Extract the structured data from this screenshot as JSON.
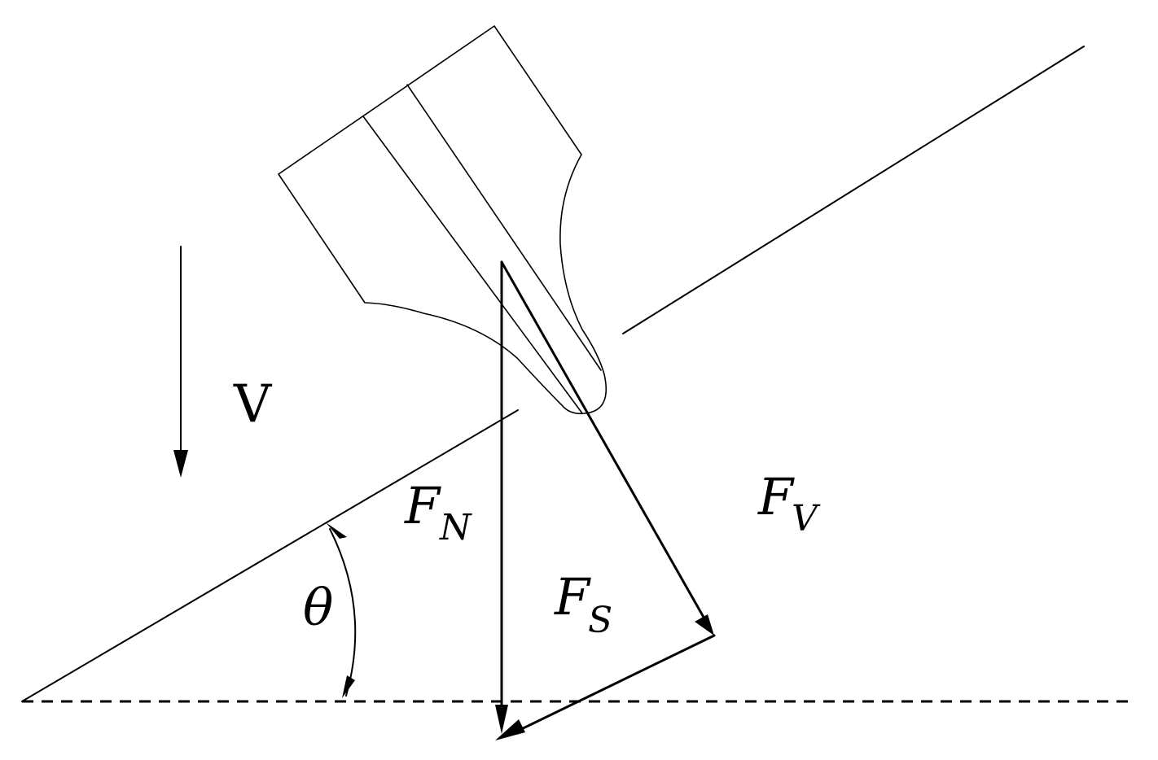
{
  "labels": {
    "velocity": "V",
    "normal_force": {
      "main": "F",
      "sub": "N"
    },
    "shear_force": {
      "main": "F",
      "sub": "S"
    },
    "vertical_force": {
      "main": "F",
      "sub": "V"
    },
    "angle": "θ"
  },
  "colors": {
    "stroke": "#000000",
    "background": "#ffffff"
  }
}
